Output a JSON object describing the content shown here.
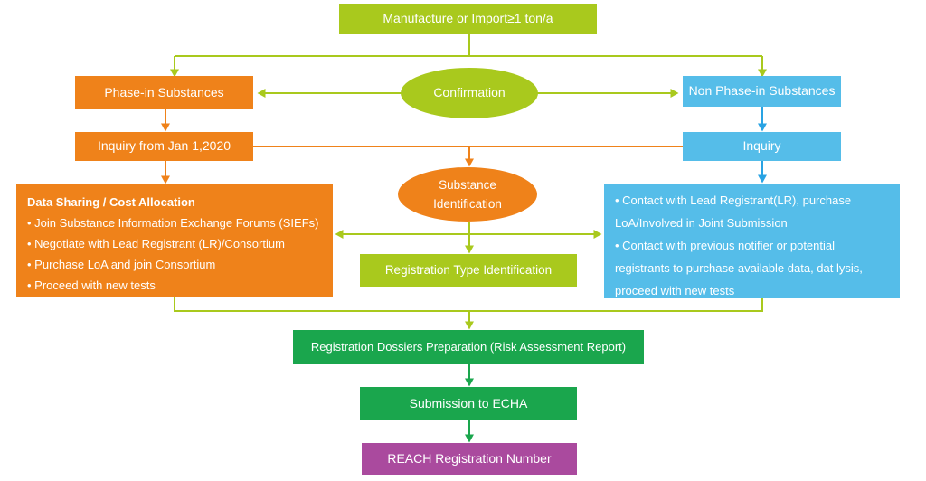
{
  "colors": {
    "green": "#a9c91d",
    "orange": "#ef821a",
    "blue_fill": "#55bde9",
    "blue_line": "#29a3e3",
    "dark_green": "#1aa64d",
    "purple": "#aa4a9e",
    "text": "#ffffff"
  },
  "nodes": {
    "manufacture": {
      "label": "Manufacture or Import≥1 ton/a"
    },
    "phase_in": {
      "label": "Phase-in Substances"
    },
    "non_phase_in": {
      "label": "Non Phase-in Substances"
    },
    "confirmation": {
      "label": "Confirmation"
    },
    "inquiry_left": {
      "label": "Inquiry from Jan 1,2020"
    },
    "inquiry_right": {
      "label": "Inquiry"
    },
    "substance_identification": {
      "label": "Substance Identification"
    },
    "data_sharing": {
      "title": "Data Sharing / Cost Allocation",
      "bullets": [
        "• Join Substance Information Exchange Forums (SIEFs)",
        "• Negotiate with Lead Registrant (LR)/Consortium",
        "• Purchase LoA and join Consortium",
        "• Proceed with new tests"
      ]
    },
    "contact": {
      "bullets": [
        "• Contact with Lead Registrant(LR), purchase LoA/Involved in Joint Submission",
        "• Contact with previous notifier or potential registrants to purchase available data, dat lysis, proceed with new tests"
      ]
    },
    "registration_type": {
      "label": "Registration Type Identification"
    },
    "dossiers": {
      "label": "Registration Dossiers Preparation (Risk Assessment Report)"
    },
    "submission": {
      "label": "Submission to ECHA"
    },
    "reach": {
      "label": "REACH Registration Number"
    }
  }
}
